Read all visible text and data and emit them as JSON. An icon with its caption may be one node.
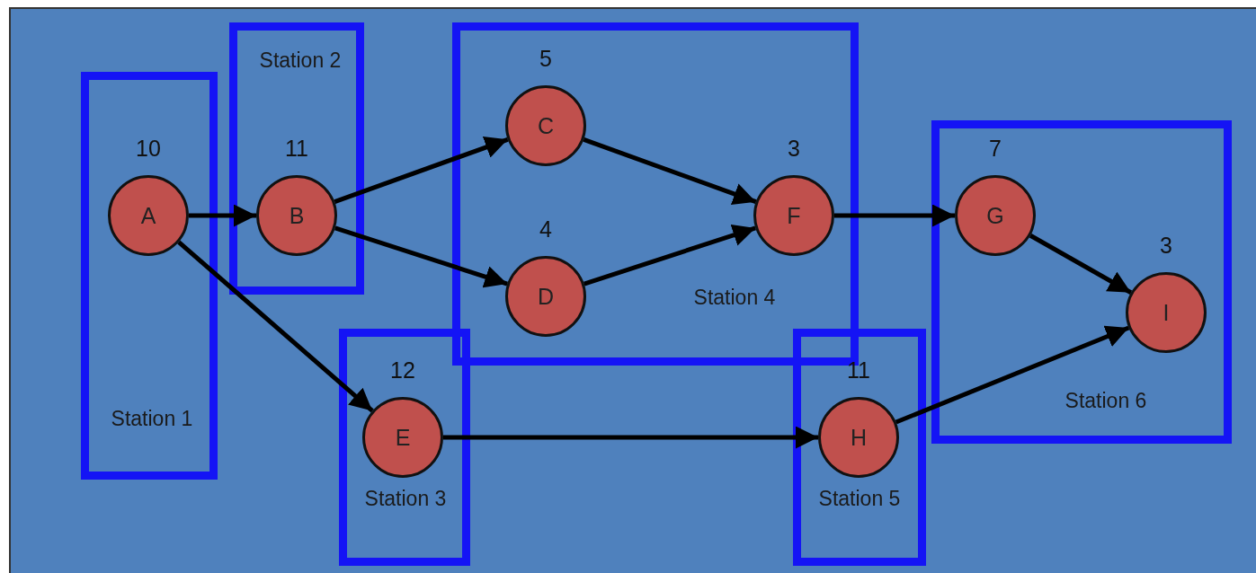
{
  "diagram": {
    "nodes": [
      {
        "text": [
          "Station 1"
        ]
      },
      {
        "text": [
          "A"
        ],
        "in": 0,
        "beside": [
          "10"
        ]
      },
      {
        "text": [
          "Station 2"
        ]
      },
      {
        "text": [
          "B"
        ],
        "in": 2,
        "beside": [
          "11"
        ]
      },
      {
        "text": [
          "Station 4"
        ]
      },
      {
        "text": [
          "C"
        ],
        "in": 4,
        "beside": [
          "5"
        ]
      },
      {
        "text": [
          "D"
        ],
        "in": 4,
        "beside": [
          "4"
        ]
      },
      {
        "text": [
          "F"
        ],
        "in": 4,
        "beside": [
          "3"
        ]
      },
      {
        "text": [
          "Station 3"
        ]
      },
      {
        "text": [
          "E"
        ],
        "in": 8,
        "beside": [
          "12"
        ]
      },
      {
        "text": [
          "Station 5"
        ]
      },
      {
        "text": [
          "H"
        ],
        "in": 10,
        "beside": [
          "11"
        ]
      },
      {
        "text": [
          "Station 6"
        ]
      },
      {
        "text": [
          "G"
        ],
        "in": 12,
        "beside": [
          "7"
        ]
      },
      {
        "text": [
          "I"
        ],
        "in": 12,
        "beside": [
          "3"
        ]
      }
    ],
    "edges": [
      {
        "from": 1,
        "to": 3,
        "arrow": "to"
      },
      {
        "from": 1,
        "to": 9,
        "arrow": "to"
      },
      {
        "from": 3,
        "to": 5,
        "arrow": "to"
      },
      {
        "from": 3,
        "to": 6,
        "arrow": "to"
      },
      {
        "from": 5,
        "to": 7,
        "arrow": "to"
      },
      {
        "from": 6,
        "to": 7,
        "arrow": "to"
      },
      {
        "from": 7,
        "to": 13,
        "arrow": "to"
      },
      {
        "from": 13,
        "to": 14,
        "arrow": "to"
      },
      {
        "from": 9,
        "to": 11,
        "arrow": "to"
      },
      {
        "from": 11,
        "to": 14,
        "arrow": "to"
      }
    ]
  }
}
